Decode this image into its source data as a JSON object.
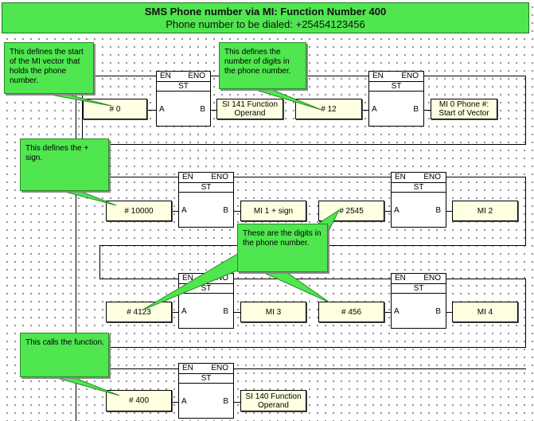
{
  "title": {
    "line1": "SMS Phone number via MI:   Function Number 400",
    "line2": "Phone number to be dialed: +25454123456"
  },
  "block": {
    "en": "EN",
    "eno": "ENO",
    "op": "ST",
    "in": "A",
    "out": "B"
  },
  "rung1": {
    "in1": "# 0",
    "out1": "SI 141 Function\nOperand",
    "in2": "# 12",
    "out2": "MI 0 Phone #:\nStart of Vector"
  },
  "rung2": {
    "in1": "# 10000",
    "out1": "MI 1 + sign",
    "in2": "# 2545",
    "out2": "MI 2"
  },
  "rung3": {
    "in1": "# 4123",
    "out1": "MI 3",
    "in2": "# 456",
    "out2": "MI 4"
  },
  "rung4": {
    "in1": "# 400",
    "out1": "SI 140 Function\nOperand"
  },
  "notes": {
    "start": "This defines the start of the MI vector that holds the phone number.",
    "digits_count": "This defines the number of digits in the phone number.",
    "plus": "This defines the + sign.",
    "digits": "These are the digits in the phone number.",
    "call": "This calls the function."
  },
  "colors": {
    "note_green": "#4fe64f",
    "operand_yellow": "#ffffe1"
  }
}
